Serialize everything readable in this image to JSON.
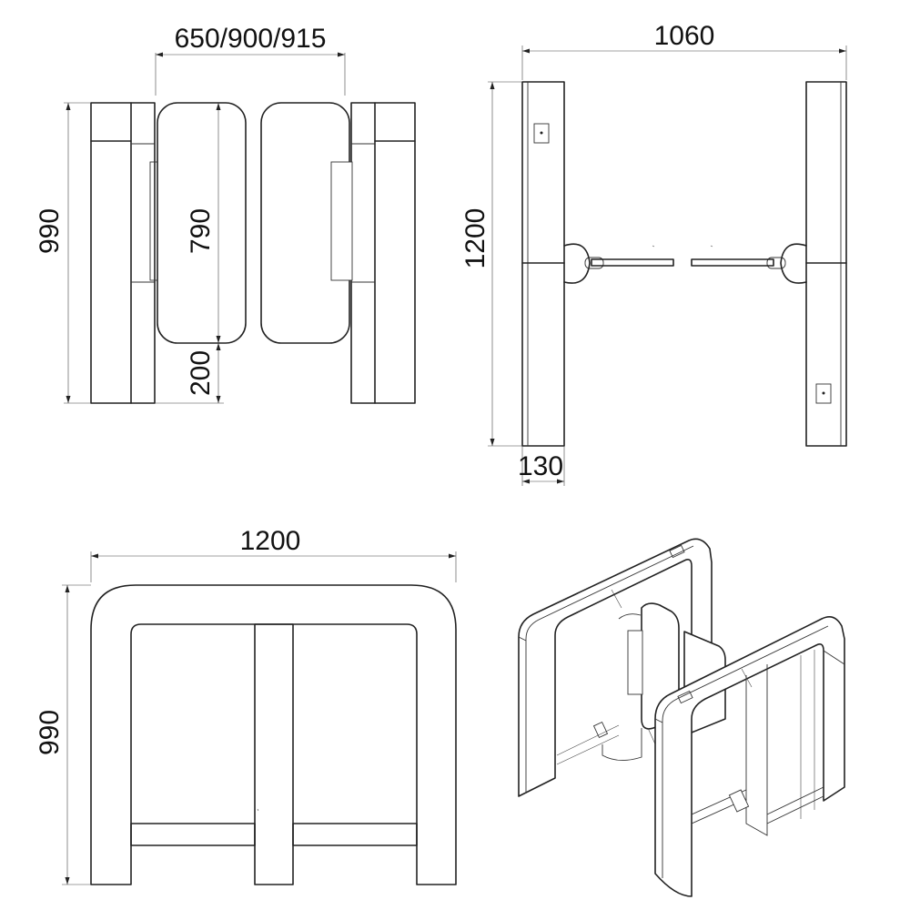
{
  "dimensions": {
    "front_gap_width": "650/900/915",
    "front_height": "990",
    "front_flap_height": "790",
    "front_flap_clearance": "200",
    "side_width": "1060",
    "side_height": "1200",
    "side_post_width": "130",
    "top_width": "1200",
    "top_height": "990"
  }
}
